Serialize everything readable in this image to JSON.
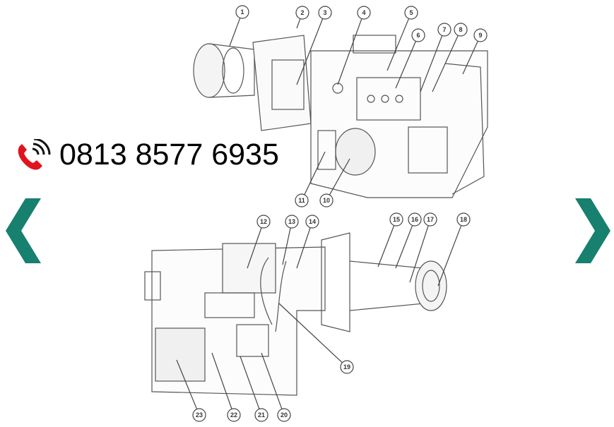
{
  "contact": {
    "phone": "0813 8577 6935",
    "icon": "phone-ringing-icon",
    "icon_color": "#e0141e"
  },
  "navigation": {
    "prev_icon": "chevron-left-icon",
    "next_icon": "chevron-right-icon",
    "color": "#17806f"
  },
  "diagram": {
    "callouts": [
      "1",
      "2",
      "3",
      "4",
      "5",
      "6",
      "7",
      "8",
      "9",
      "10",
      "11",
      "12",
      "13",
      "14",
      "15",
      "16",
      "17",
      "18",
      "19",
      "20",
      "21",
      "22",
      "23"
    ]
  }
}
